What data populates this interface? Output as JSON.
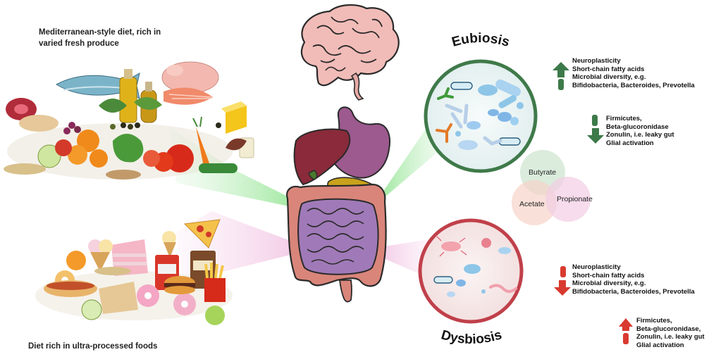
{
  "diets": {
    "healthy": {
      "label_line1": "Mediterranean-style diet, rich in",
      "label_line2": "varied fresh produce"
    },
    "processed": {
      "label": "Diet rich in ultra-processed foods"
    }
  },
  "states": {
    "eubiosis": {
      "title": "Eubiosis",
      "increased": [
        "Neuroplasticity",
        "Short-chain fatty acids",
        "Microbial diversity, e.g.",
        "Bifidobacteria, Bacteroides, Prevotella"
      ],
      "decreased": [
        "Firmicutes,",
        "Beta-glucoronidase",
        "Zonulin, i.e. leaky gut",
        "Glial activation"
      ],
      "up_color": "#3d7a4a",
      "down_color": "#3d7a4a",
      "ring_color": "#3f7a4a"
    },
    "dysbiosis": {
      "title": "Dysbiosis",
      "decreased": [
        "Neuroplasticity",
        "Short-chain fatty acids",
        "Microbial diversity, e.g.",
        "Bifidobacteria, Bacteroides, Prevotella"
      ],
      "increased": [
        "Firmicutes,",
        "Beta-glucoronidase,",
        "Zonulin, i.e. leaky gut",
        "Glial activation"
      ],
      "up_color": "#d93a2f",
      "down_color": "#d93a2f",
      "ring_color": "#c0404a"
    }
  },
  "scfa": {
    "top": "Butyrate",
    "left": "Acetate",
    "right": "Propionate"
  },
  "icons": [
    "brain-icon",
    "digestive-system-icon",
    "gut-microbiome-circle",
    "food-illustration"
  ]
}
